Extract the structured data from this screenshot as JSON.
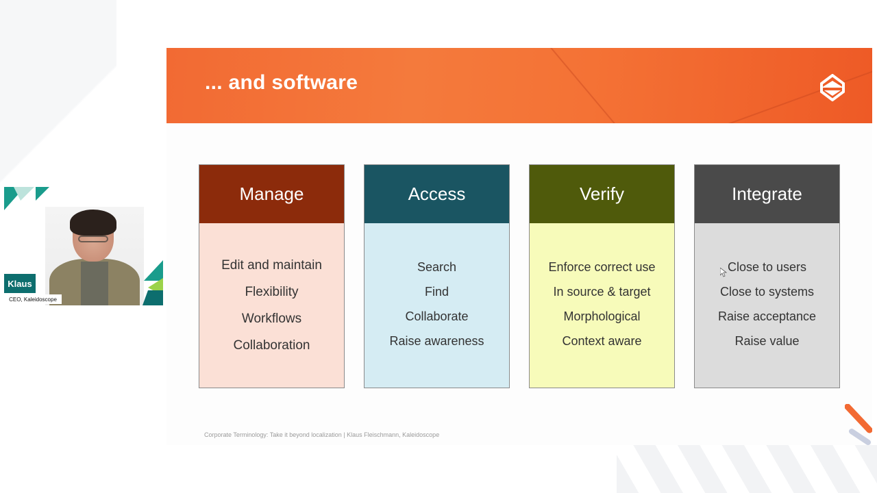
{
  "slide": {
    "title": "... and software",
    "footer": "Corporate Terminology: Take it beyond localization | Klaus Fleischmann, Kaleidoscope",
    "cards": [
      {
        "heading": "Manage",
        "lines": [
          "Edit and maintain",
          "Flexibility",
          "Workflows",
          "Collaboration"
        ]
      },
      {
        "heading": "Access",
        "lines": [
          "Search",
          "Find",
          "Collaborate",
          "Raise awareness"
        ]
      },
      {
        "heading": "Verify",
        "lines": [
          "Enforce correct use",
          "In source & target",
          "Morphological",
          "Context aware"
        ]
      },
      {
        "heading": "Integrate",
        "lines": [
          "Close to users",
          "Close to systems",
          "Raise acceptance",
          "Raise value"
        ]
      }
    ]
  },
  "presenter": {
    "name": "Klaus",
    "role": "CEO, Kaleidoscope"
  },
  "colors": {
    "header_orange": "#f26a33",
    "manage": "#8c2b0b",
    "access": "#1a5562",
    "verify": "#4f5a0b",
    "integrate": "#4a4a4a",
    "badge_teal": "#0d6e6e"
  },
  "icons": {
    "logo": "kaleidoscope-logo-icon",
    "cursor": "mouse-cursor-icon"
  }
}
